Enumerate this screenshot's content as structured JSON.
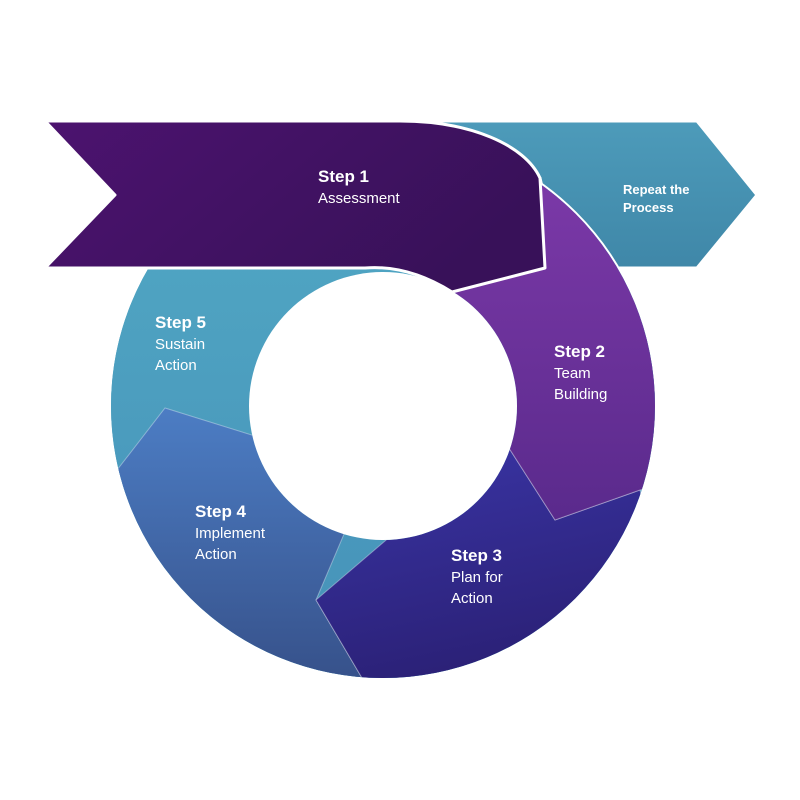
{
  "steps": [
    {
      "title": "Step 1",
      "lines": [
        "Assessment"
      ],
      "color": "#3e1260"
    },
    {
      "title": "Step 2",
      "lines": [
        "Team",
        "Building"
      ],
      "color": "#6a2f98"
    },
    {
      "title": "Step 3",
      "lines": [
        "Plan for",
        "Action"
      ],
      "color": "#302a86"
    },
    {
      "title": "Step 4",
      "lines": [
        "Implement",
        "Action"
      ],
      "color": "#3f61a3"
    },
    {
      "title": "Step 5",
      "lines": [
        "Sustain",
        "Action"
      ],
      "color": "#4aa0be"
    }
  ],
  "repeat": {
    "lines": [
      "Repeat the",
      "Process"
    ],
    "color": "#4895b2"
  }
}
